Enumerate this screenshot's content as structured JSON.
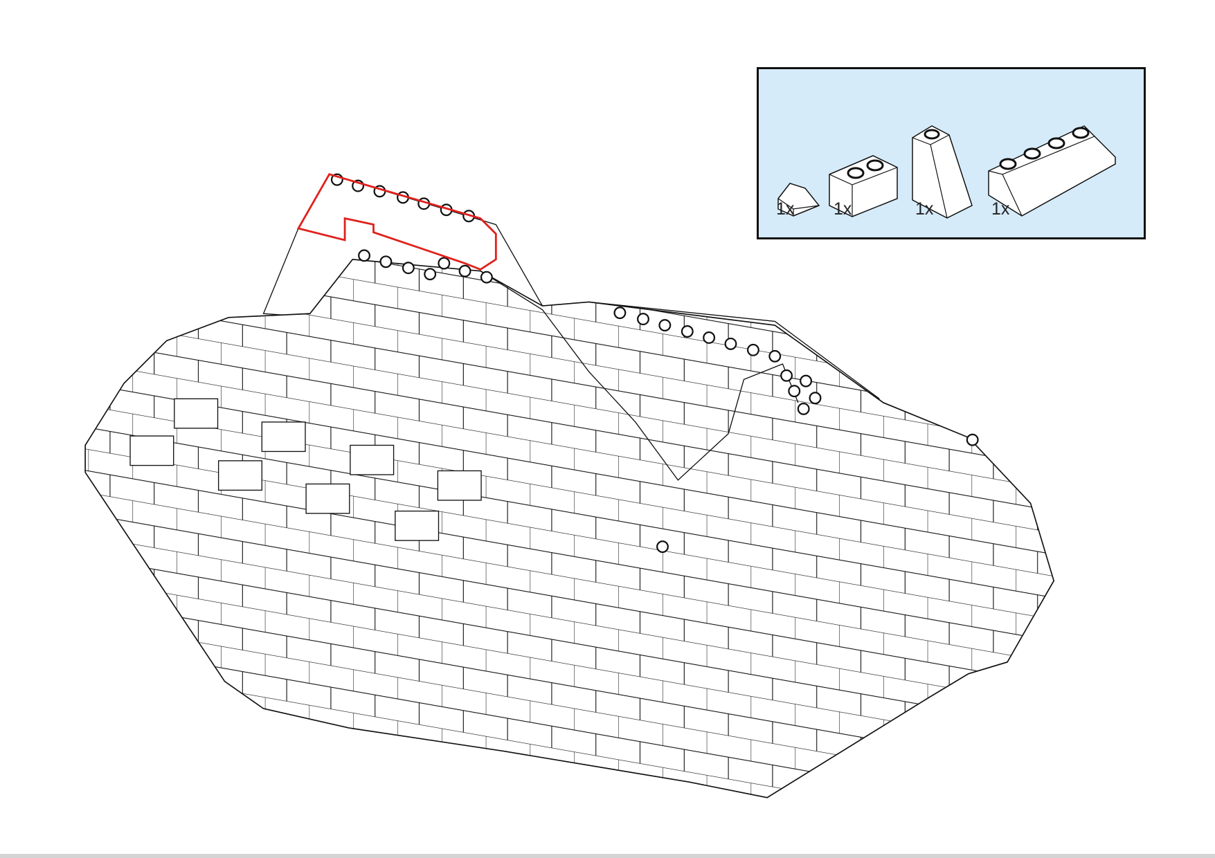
{
  "step": {
    "highlight_color": "#e0201c",
    "brick_color": "#ffffff",
    "line_color": "#111111"
  },
  "parts_list": {
    "background": "#d6ebf9",
    "parts": [
      {
        "name": "slope-1x1",
        "quantity": "1x"
      },
      {
        "name": "brick-1x2",
        "quantity": "1x"
      },
      {
        "name": "slope-tall-1x1",
        "quantity": "1x"
      },
      {
        "name": "slope-2x4",
        "quantity": "1x"
      }
    ]
  }
}
